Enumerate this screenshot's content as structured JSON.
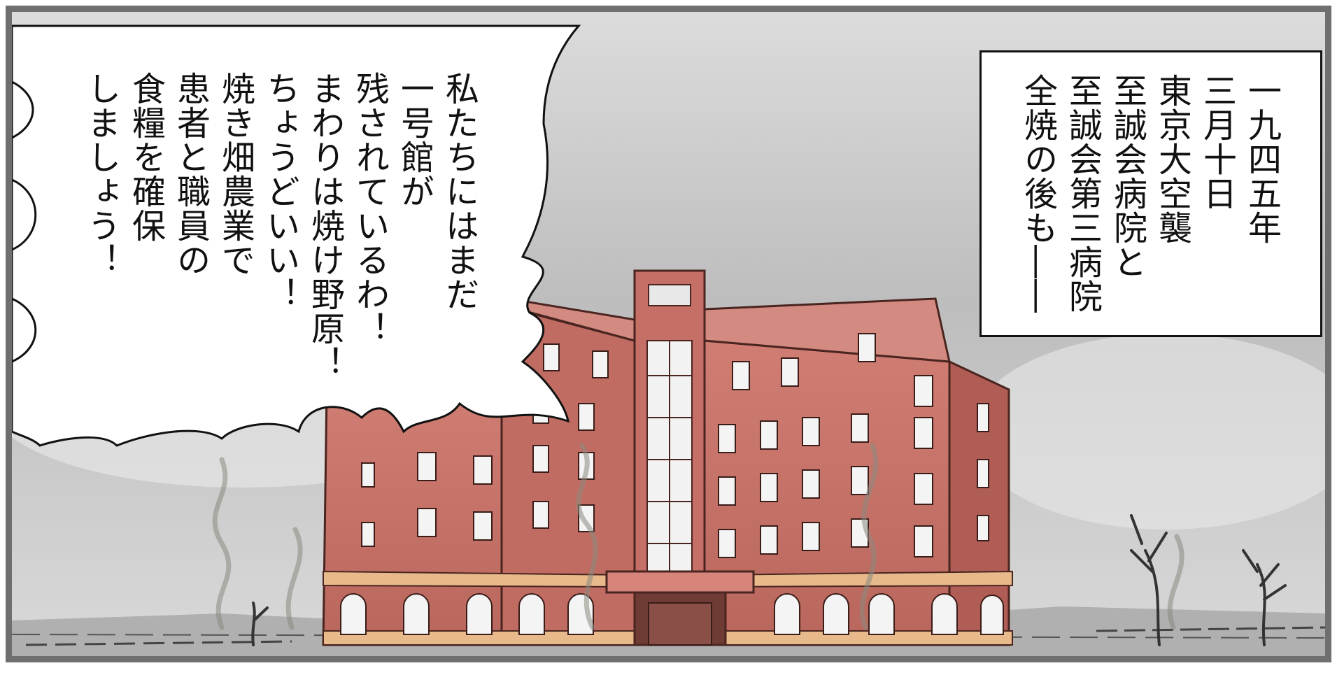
{
  "speech_bubble": {
    "lines": [
      "私たちにはまだ",
      "一号館が",
      "残されているわ！",
      "まわりは焼け野原！",
      "ちょうどいい！",
      "焼き畑農業で",
      "患者と職員の",
      "食糧を確保",
      "しましょう！"
    ]
  },
  "caption": {
    "lines": [
      "一九四五年",
      "三月十日",
      "東京大空襲",
      "至誠会病院と",
      "至誠会第三病院",
      "全焼の後も――"
    ]
  },
  "colors": {
    "panel_border": "#6f6f6f",
    "sky": "#c9c9c9",
    "building_brick": "#c8756c",
    "building_trim": "#e8b98a",
    "ground": "#a9a9a9",
    "smoke": "#8a8a80"
  },
  "icons": {
    "building": "hospital-building-illustration",
    "trees": "burnt-tree-illustration",
    "smoke": "smoke-wisp-illustration"
  }
}
